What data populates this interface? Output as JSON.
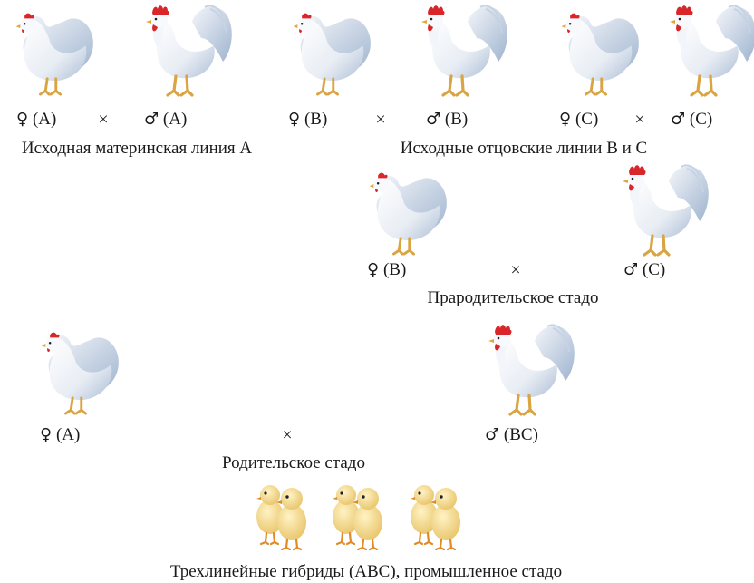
{
  "female_symbol": "♀",
  "male_symbol": "♂",
  "cross_symbol": "×",
  "row1": {
    "labels": [
      "(A)",
      "(A)",
      "(B)",
      "(B)",
      "(C)",
      "(C)"
    ],
    "caption_left": "Исходная материнская линия А",
    "caption_right": "Исходные отцовские линии В и С"
  },
  "row2": {
    "labels": [
      "(B)",
      "(C)"
    ],
    "caption": "Прародительское стадо"
  },
  "row3": {
    "labels": [
      "(A)",
      "(BC)"
    ],
    "caption": "Родительское стадо"
  },
  "row4": {
    "caption": "Трехлинейные гибриды (АВС), промышленное стадо"
  },
  "colors": {
    "feather": "#eef1f6",
    "feather_shade": "#b9c8dc",
    "comb": "#d8262a",
    "legs": "#d9a441",
    "chick": "#f5d98a"
  }
}
